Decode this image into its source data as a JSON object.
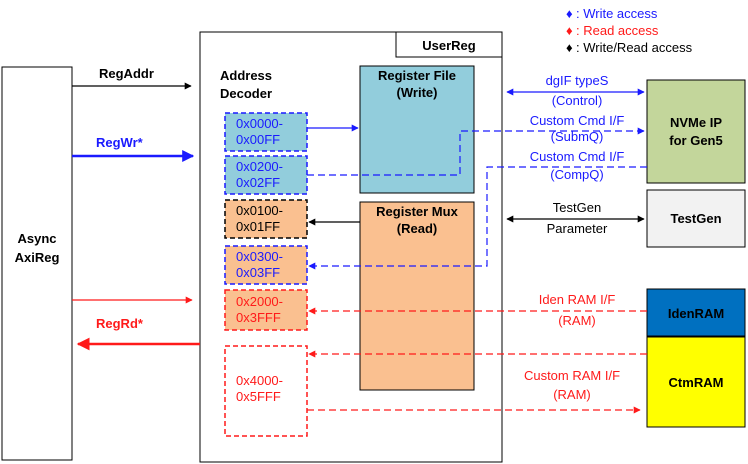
{
  "legend": {
    "write": {
      "symbol": "♦",
      "text": ": Write access",
      "color": "#1a1aff"
    },
    "read": {
      "symbol": "♦",
      "text": ": Read access",
      "color": "#ff1a1a"
    },
    "write_read": {
      "symbol": "♦",
      "text": ": Write/Read access",
      "color": "#000000"
    }
  },
  "blocks": {
    "async_axireg": [
      "Async",
      "AxiReg"
    ],
    "userreg": "UserReg",
    "address_decoder": [
      "Address",
      "Decoder"
    ],
    "register_file": [
      "Register File",
      "(Write)"
    ],
    "register_mux": [
      "Register Mux",
      "(Read)"
    ],
    "nvme_ip": [
      "NVMe IP",
      "for Gen5"
    ],
    "testgen": "TestGen",
    "idenram": "IdenRAM",
    "ctmram": "CtmRAM"
  },
  "address_ranges": {
    "r0000": [
      "0x0000-",
      "0x00FF"
    ],
    "r0200": [
      "0x0200-",
      "0x02FF"
    ],
    "r0100": [
      "0x0100-",
      "0x01FF"
    ],
    "r0300": [
      "0x0300-",
      "0x03FF"
    ],
    "r2000": [
      "0x2000-",
      "0x3FFF"
    ],
    "r4000": [
      "0x4000-",
      "0x5FFF"
    ]
  },
  "signals": {
    "regaddr": "RegAddr",
    "regwr": "RegWr*",
    "regrd": "RegRd*",
    "dgif": [
      "dgIF typeS",
      "(Control)"
    ],
    "submq": [
      "Custom Cmd I/F",
      "(SubmQ)"
    ],
    "compq": [
      "Custom Cmd I/F",
      "(CompQ)"
    ],
    "testgen_param": [
      "TestGen",
      "Parameter"
    ],
    "iden_ram_if": [
      "Iden RAM I/F",
      "(RAM)"
    ],
    "custom_ram_if": [
      "Custom RAM I/F",
      "(RAM)"
    ]
  },
  "colors": {
    "write": "#1a1aff",
    "read": "#ff1a1a",
    "register_file_fill": "#92cddc",
    "register_mux_fill": "#fac090",
    "nvme_fill": "#c3d69b",
    "testgen_fill": "#f2f2f2",
    "idenram_fill": "#0070c0",
    "ctmram_fill": "#ffff00"
  }
}
